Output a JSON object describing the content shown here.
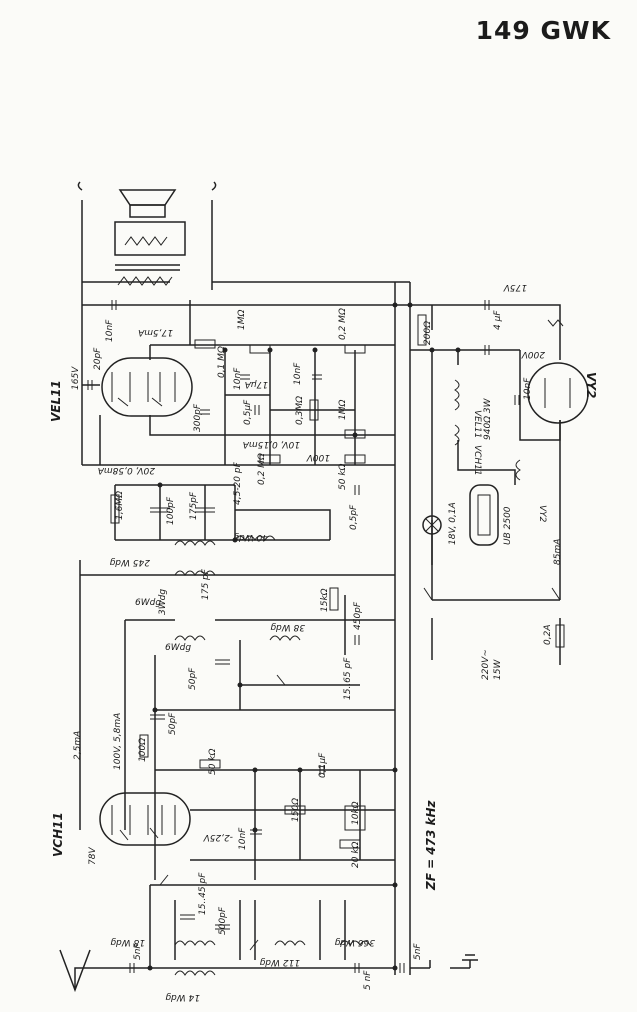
{
  "title": "149 GWK",
  "labels": {
    "vel11": "VEL11",
    "vch11": "VCH11",
    "vy2": "VY2",
    "v165": "165V",
    "c20pf": "20pF",
    "c10nf_top": "10nF",
    "i175ma": "17,5mA",
    "r1mohm_top": "1MΩ",
    "r02mohm_top": "0,2 MΩ",
    "r01mohm": "0,1 MΩ",
    "c10nf_a": "10nF",
    "i17ua": "17μA",
    "c10nf_b": "10nF",
    "c300pf": "300pF",
    "c05uf": "0,5μF",
    "r03mohm": "0,3MΩ",
    "r1mohm_b": "1MΩ",
    "v10v_015ma": "10V, 0,15mA",
    "v100v": "100V",
    "v20v_058ma": "20V, 0,58mA",
    "r02mohm_b": "0,2 MΩ",
    "r50kohm": "50 kΩ",
    "c05pf": "0,5pF",
    "c45_20pf": "4,5-20 pF",
    "r16mohm": "1,6MΩ",
    "c100pf": "100pF",
    "c175pf_a": "175pF",
    "w40": "40 Wdg",
    "w245": "245 Wdg",
    "w6": "6Wdg",
    "w3": "3Wdg",
    "c175pf_b": "175 pF",
    "w38": "38 Wdg",
    "r15kohm": "15kΩ",
    "c450pf": "450pF",
    "w6b": "6Wdg",
    "c50pf_a": "50pF",
    "c15_65pf": "15..65 pF",
    "v100v_58ma": "100V, 5,8mA",
    "i25ma": "2,5mA",
    "r100ohm": "100Ω",
    "c50pf_b": "50pF",
    "r50kohm_b": "50 kΩ",
    "c01uf": "0,1μF",
    "v2_25v": "-2,25V",
    "c10nf_c": "10nF",
    "r150ohm": "150Ω",
    "r10kohm": "10kΩ",
    "r20kohm": "20 kΩ",
    "if_freq": "ZF = 473 kHz",
    "v78": "78V",
    "w18": "18 Wdg",
    "c15_45pf": "15..45 pF",
    "c500pf": "500pF",
    "w112": "112 Wdg",
    "w366": "366 Wdg",
    "c5nf_a": "5nF",
    "w14": "14 Wdg",
    "c5nf_b": "5 nF",
    "c5nf_c": "5nF",
    "v175": "175V",
    "r200ohm": "200Ω",
    "c_uf": "4 μF",
    "v200": "200V",
    "vel11_heater": "VEL11",
    "vch11_heater": "VCH11",
    "r940ohm": "940Ω 3W",
    "c10nf_d": "10nF",
    "vy2_heater": "VY2",
    "lamp": "18V, 0,1A",
    "ub2500": "UB 2500",
    "i85ma": "85mA",
    "mains_v": "220V~",
    "mains_w": "15W",
    "fuse": "0,2A"
  }
}
